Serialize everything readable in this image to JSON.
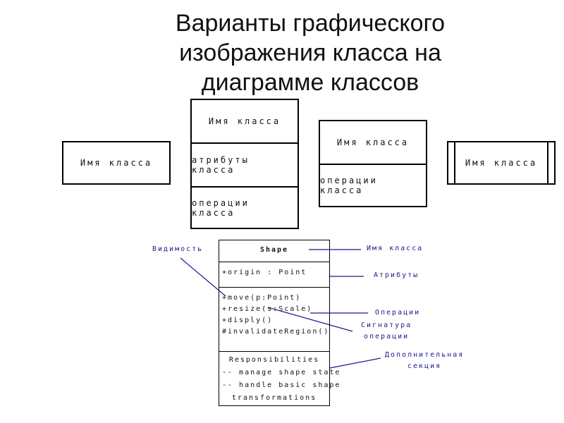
{
  "title": {
    "line1": "Варианты графического",
    "line2": "изображения класса на",
    "line3": "диаграмме классов"
  },
  "variant1": {
    "name": "Имя класса"
  },
  "variant2": {
    "name": "Имя класса",
    "attributes": "атрибуты класса",
    "operations": "операции класса"
  },
  "variant3": {
    "name": "Имя класса",
    "operations": "операции класса"
  },
  "variant4": {
    "name": "Имя класса"
  },
  "shape": {
    "name": "Shape",
    "attribute": "+origin : Point",
    "operations": [
      "+move(p:Point)",
      "+resize(s:Scale)",
      "+disply()",
      "#invalidateRegion()"
    ],
    "extra": [
      "Responsibilities",
      "-- manage shape state",
      "-- handle basic shape",
      "transformations"
    ]
  },
  "annotations": {
    "visibility": "Видимость",
    "class_name": "Имя класса",
    "attributes": "Атрибуты",
    "operations": "Операции",
    "signature_line1": "Сигнатура",
    "signature_line2": "операции",
    "extra_line1": "Дополнительная",
    "extra_line2": "секция"
  },
  "colors": {
    "annotation": "#1a1a8c",
    "lines": "#1a1a8c",
    "box": "#000000"
  }
}
